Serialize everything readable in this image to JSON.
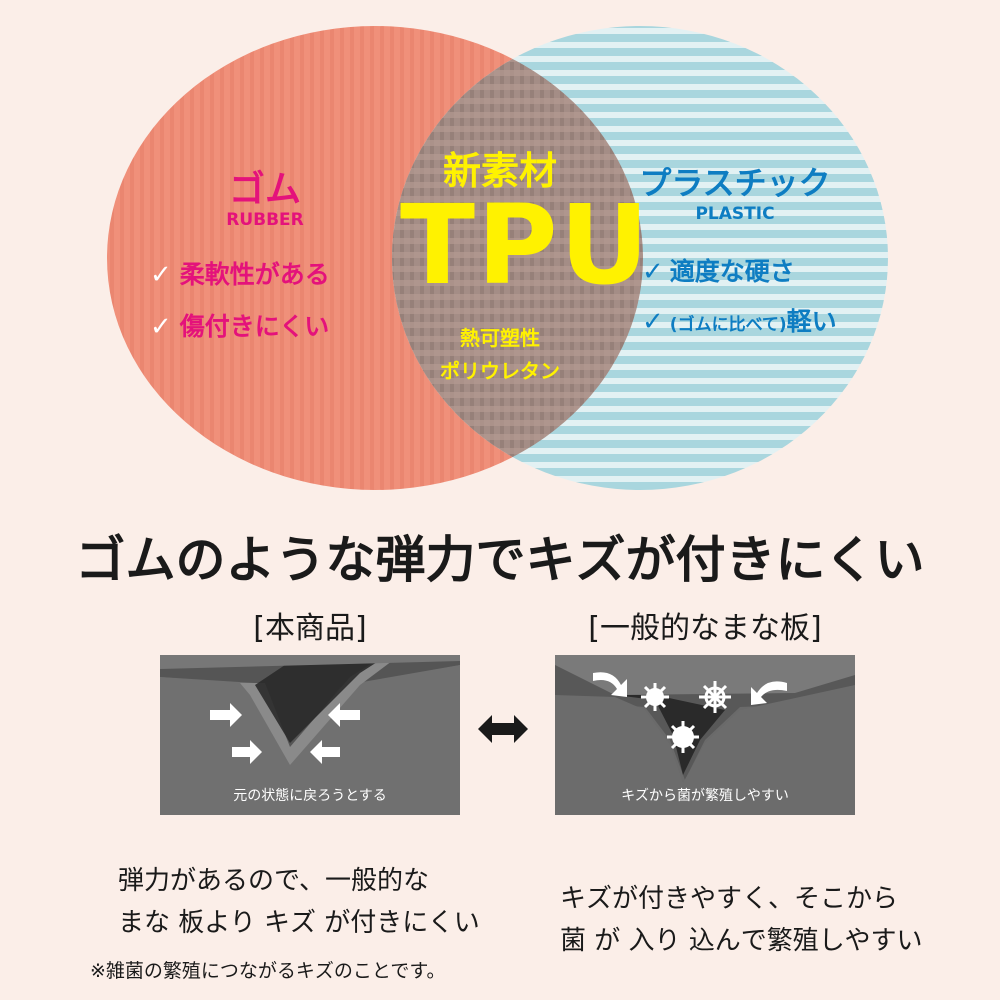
{
  "colors": {
    "rubber": "#f0907a",
    "rubber_stripe": "#e88a72",
    "plastic": "#a9d6de",
    "plastic_stripe": "#dff0f2",
    "center": "#a88a84",
    "accent_rubber": "#e4127b",
    "accent_plastic": "#0e7dc2",
    "accent_tpu": "#fff200"
  },
  "venn": {
    "rubber": {
      "title": "ゴム",
      "subtitle": "RUBBER",
      "features": [
        "柔軟性がある",
        "傷付きにくい"
      ]
    },
    "tpu": {
      "label": "新素材",
      "title": "TPU",
      "sub1": "熱可塑性",
      "sub2": "ポリウレタン"
    },
    "plastic": {
      "title": "プラスチック",
      "subtitle": "PLASTIC",
      "feature1": "適度な硬さ",
      "feature2_prefix": "(ゴムに比べて)",
      "feature2_main": "軽い"
    }
  },
  "headline": "ゴムのような弾力でキズが付きにくい",
  "comparison": {
    "left": {
      "label": "[本商品]",
      "caption": "元の状態に戻ろうとする",
      "desc_line1": "弾力があるので、一般的な",
      "desc_line2": "まな 板より キズ が付きにくい"
    },
    "right": {
      "label": "[一般的なまな板]",
      "caption": "キズから菌が繁殖しやすい",
      "desc_line1": "キズが付きやすく、そこから",
      "desc_line2": "菌 が 入り 込んで繁殖しやすい"
    },
    "note": "※雑菌の繁殖につながるキズのことです。"
  }
}
